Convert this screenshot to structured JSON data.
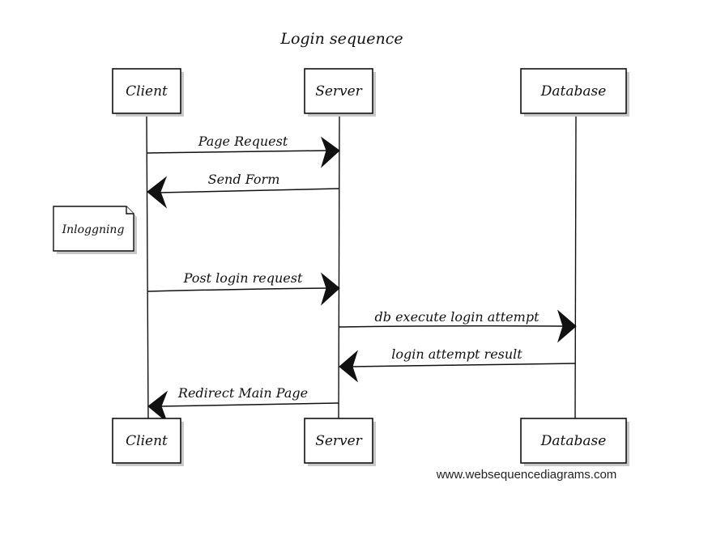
{
  "diagram": {
    "title": "Login sequence",
    "participants": [
      "Client",
      "Server",
      "Database"
    ],
    "messages": [
      {
        "from": "Client",
        "to": "Server",
        "label": "Page Request"
      },
      {
        "from": "Server",
        "to": "Client",
        "label": "Send Form"
      },
      {
        "from": "Client",
        "to": "Server",
        "label": "Post login request"
      },
      {
        "from": "Server",
        "to": "Database",
        "label": "db execute login attempt"
      },
      {
        "from": "Database",
        "to": "Server",
        "label": "login attempt result"
      },
      {
        "from": "Server",
        "to": "Client",
        "label": "Redirect Main Page"
      }
    ],
    "note": {
      "over": "Client",
      "text": "Inloggning"
    },
    "watermark": "www.websequencediagrams.com"
  }
}
